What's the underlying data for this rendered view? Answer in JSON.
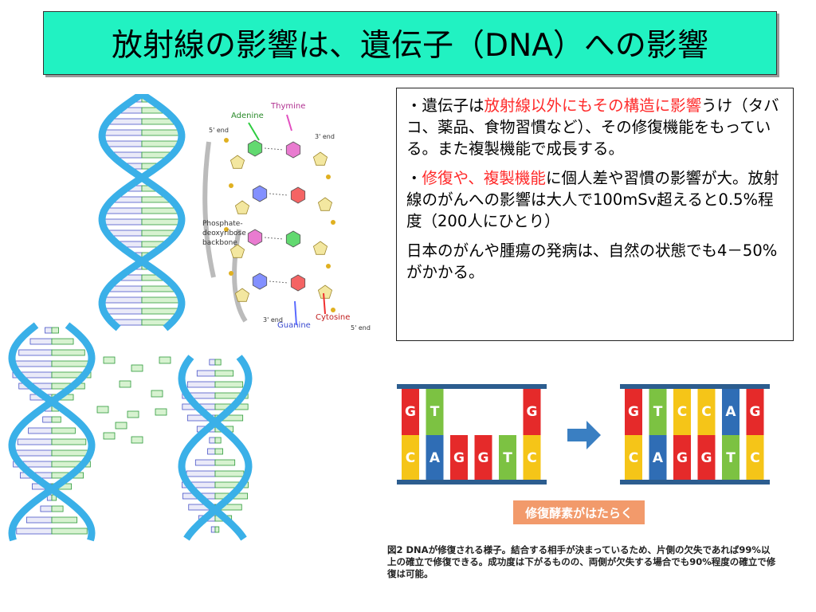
{
  "slide": {
    "title": "放射線の影響は、遺伝子（DNA）への影響"
  },
  "diagram": {
    "labels": {
      "adenine": "Adenine",
      "thymine": "Thymine",
      "five_end_top": "5' end",
      "three_end_top": "3' end",
      "backbone_1": "Phosphate-",
      "backbone_2": "deoxyribose",
      "backbone_3": "backbone",
      "three_end_bottom": "3' end",
      "guanine": "Guanine",
      "cytosine": "Cytosine",
      "five_end_bottom": "5' end"
    },
    "colors": {
      "helix": "#3ab0e8",
      "adenine": "#2ecc40",
      "thymine": "#e24fc0",
      "guanine": "#5a6bff",
      "cytosine": "#f03030"
    }
  },
  "textbox": {
    "p1_lead": "・遺伝子は",
    "p1_red": "放射線以外にもその構造に影響",
    "p1_rest": "うけ（タバコ、薬品、食物習慣など）、その修復機能をもっている。また複製機能で成長する。",
    "p2_lead": "・",
    "p2_red": "修復や、複製機能",
    "p2_rest": "に個人差や習慣の影響が大。放射線のがんへの影響は大人で100mSv超えると0.5%程度（200人にひとり）",
    "p3": "日本のがんや腫瘍の発病は、自然の状態でも4－50%がかかる。"
  },
  "repair_figure": {
    "left_top": [
      "G",
      "T",
      "",
      "",
      "",
      "G"
    ],
    "left_bottom": [
      "C",
      "A",
      "G",
      "G",
      "T",
      "C"
    ],
    "right_top": [
      "G",
      "T",
      "C",
      "C",
      "A",
      "G"
    ],
    "right_bottom": [
      "C",
      "A",
      "G",
      "G",
      "T",
      "C"
    ],
    "enzyme_label": "修復酵素がはたらく",
    "caption": "図2 DNAが修復される様子。結合する相手が決まっているため、片側の欠失であれば99%以上の確立で修復できる。成功度は下がるものの、両側が欠失する場合でも90%程度の確立で修復は可能。"
  }
}
